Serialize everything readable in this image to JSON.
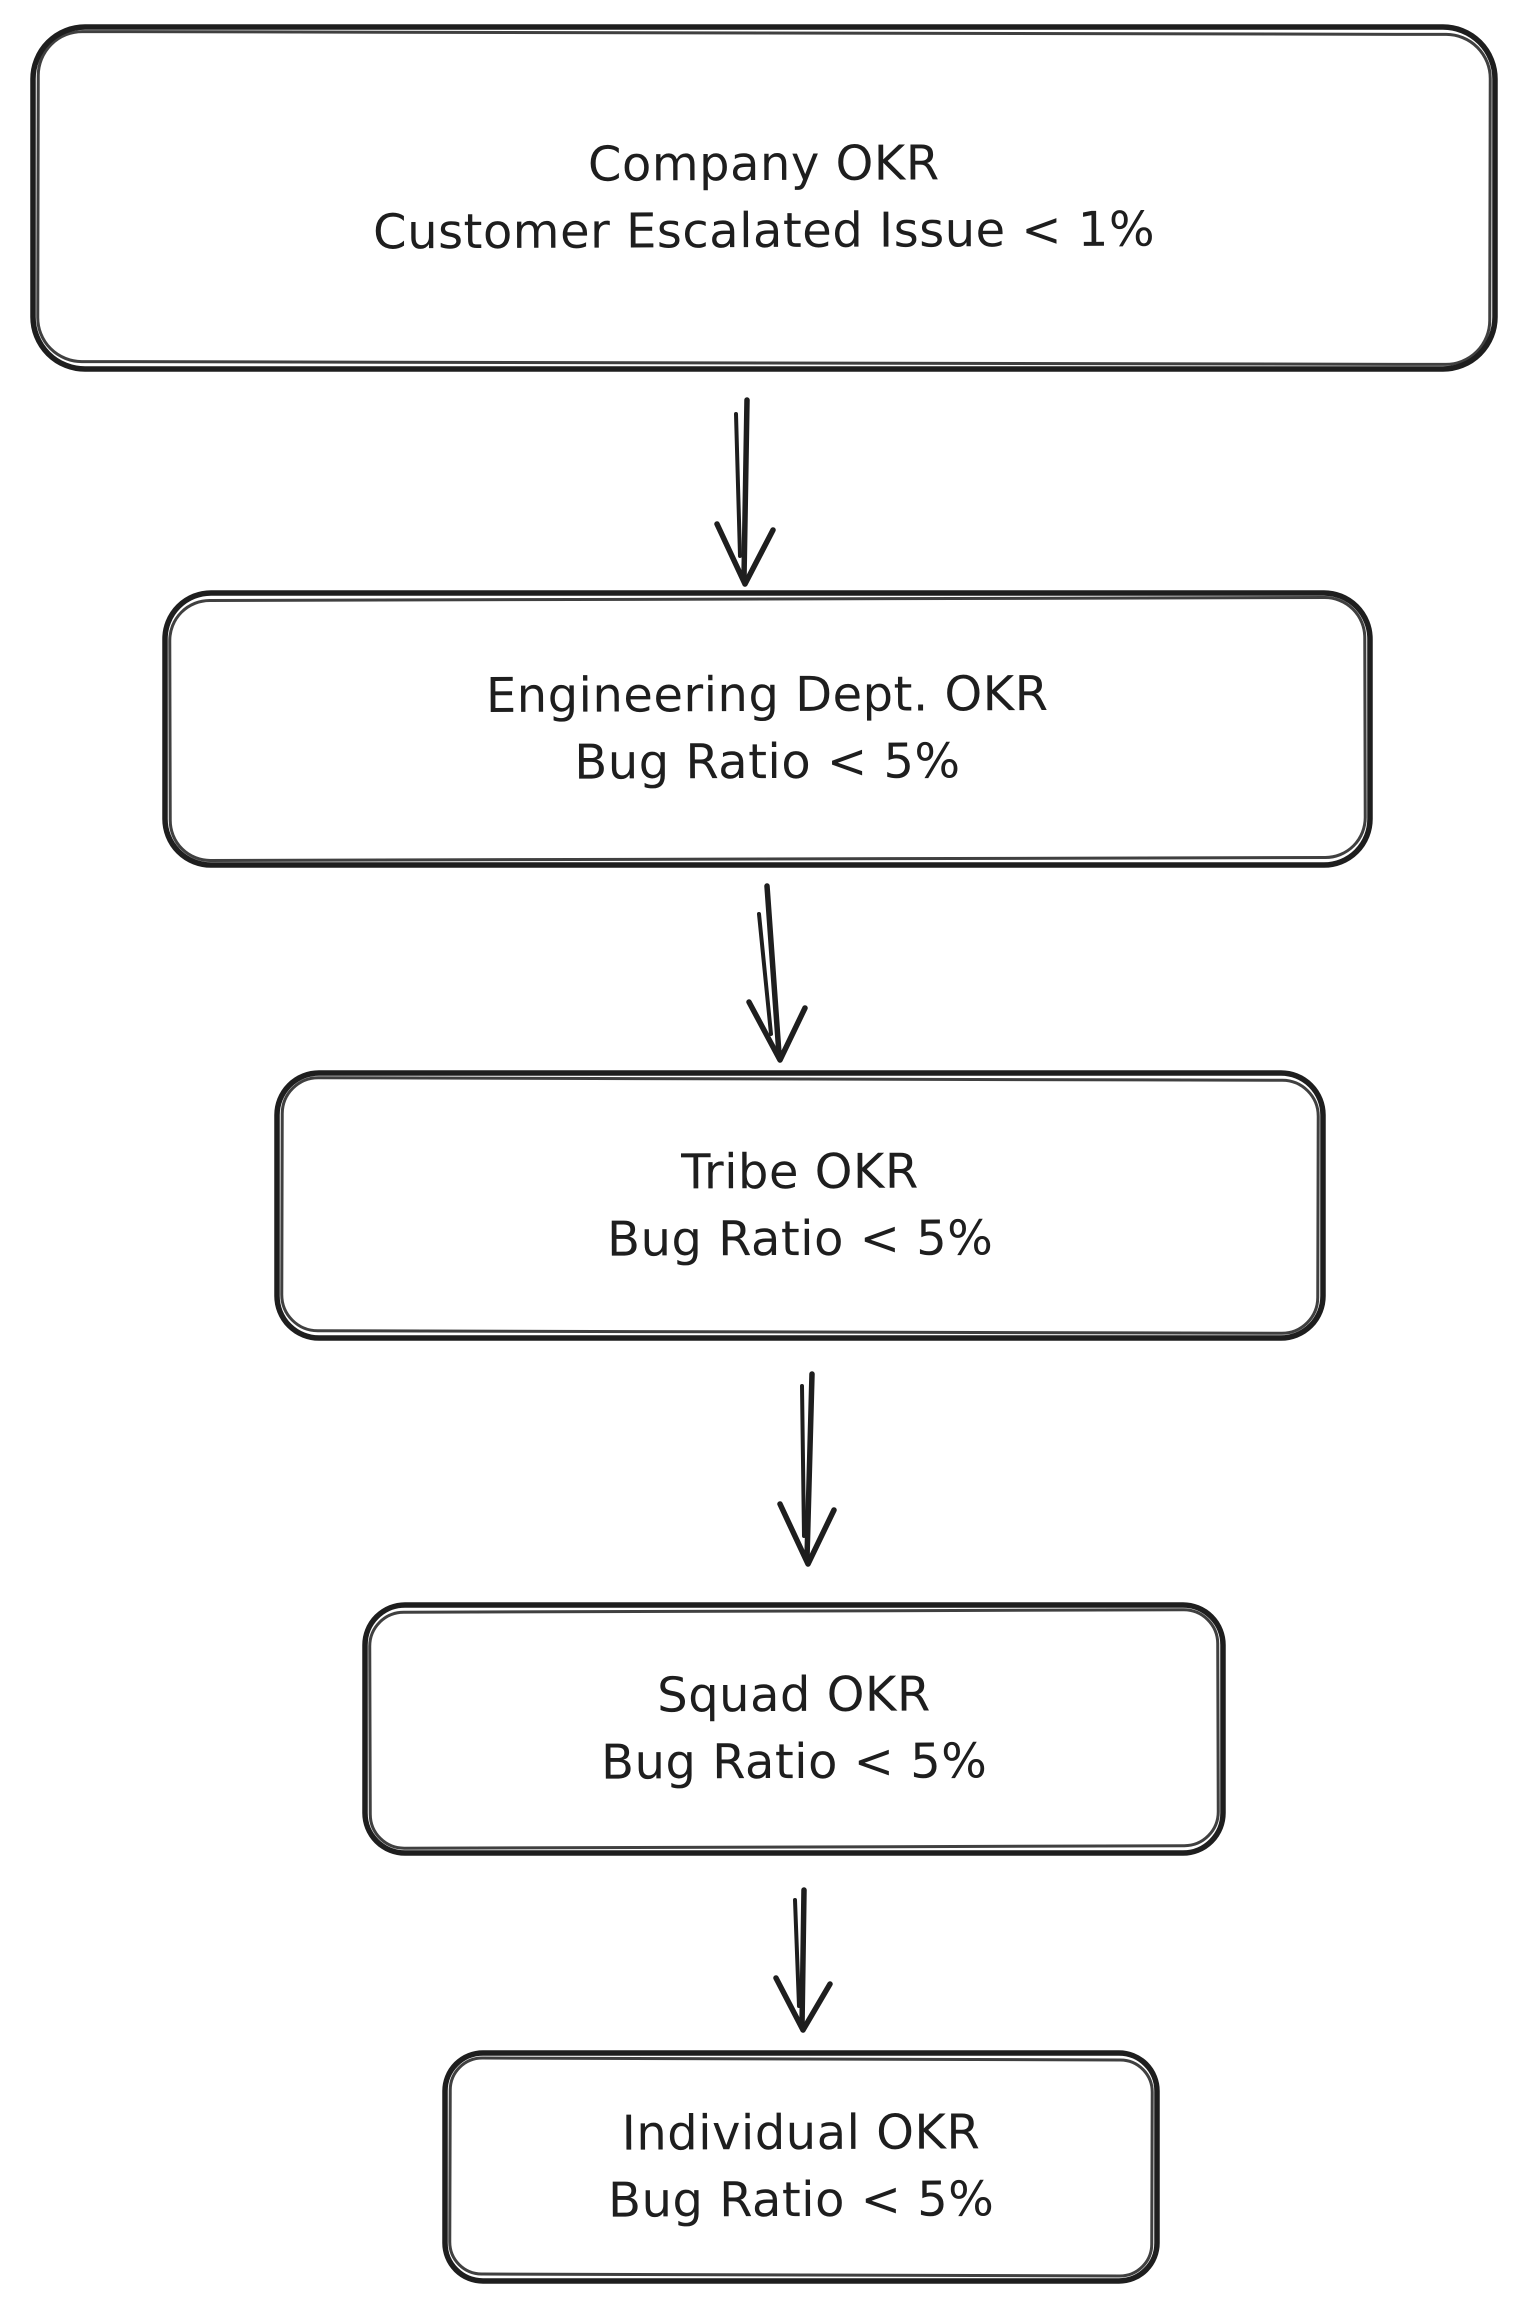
{
  "canvas": {
    "background": "#ffffff",
    "ink_color": "#1e1e1e",
    "style": "hand-drawn-sketch"
  },
  "diagram": {
    "type": "flowchart",
    "direction": "top-down",
    "nodes": [
      {
        "id": "company",
        "title": "Company OKR",
        "metric": "Customer Escalated Issue < 1%"
      },
      {
        "id": "engineering",
        "title": "Engineering Dept. OKR",
        "metric": "Bug Ratio < 5%"
      },
      {
        "id": "tribe",
        "title": "Tribe OKR",
        "metric": "Bug Ratio < 5%"
      },
      {
        "id": "squad",
        "title": "Squad OKR",
        "metric": "Bug Ratio < 5%"
      },
      {
        "id": "individual",
        "title": "Individual OKR",
        "metric": "Bug Ratio < 5%"
      }
    ],
    "edges": [
      {
        "from": "company",
        "to": "engineering"
      },
      {
        "from": "engineering",
        "to": "tribe"
      },
      {
        "from": "tribe",
        "to": "squad"
      },
      {
        "from": "squad",
        "to": "individual"
      }
    ]
  }
}
